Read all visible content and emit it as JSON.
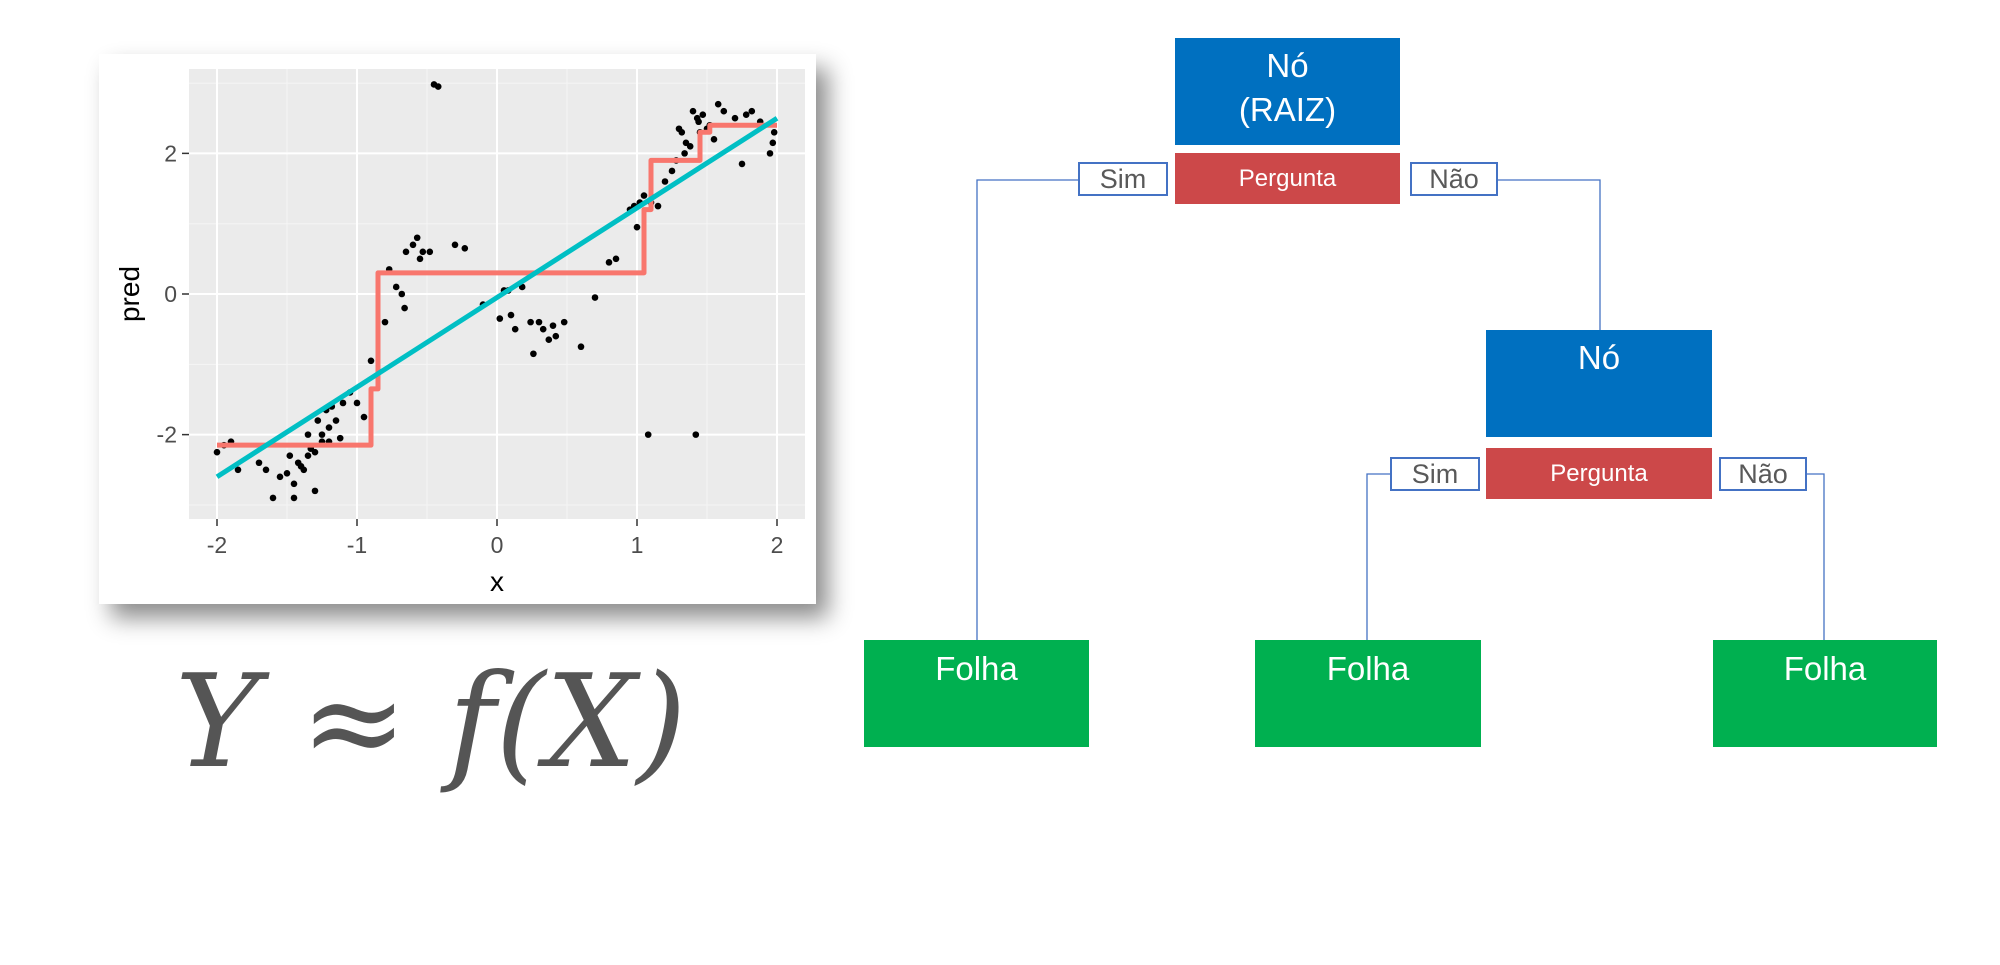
{
  "chart_data": {
    "type": "scatter",
    "xlabel": "x",
    "ylabel": "pred",
    "xlim": [
      -2.2,
      2.2
    ],
    "ylim": [
      -3.2,
      3.2
    ],
    "x_ticks": [
      -2,
      -1,
      0,
      1,
      2
    ],
    "y_ticks": [
      -2,
      0,
      2
    ],
    "x_tick_labels": [
      "-2",
      "-1",
      "0",
      "1",
      "2"
    ],
    "y_tick_labels": [
      "-2",
      "0",
      "2"
    ],
    "grid": true,
    "background": "#ebebeb",
    "points": [
      [
        -2.0,
        -2.25
      ],
      [
        -1.95,
        -2.15
      ],
      [
        -1.9,
        -2.1
      ],
      [
        -1.85,
        -2.5
      ],
      [
        -1.7,
        -2.4
      ],
      [
        -1.65,
        -2.5
      ],
      [
        -1.6,
        -2.9
      ],
      [
        -1.55,
        -2.6
      ],
      [
        -1.5,
        -2.55
      ],
      [
        -1.48,
        -2.3
      ],
      [
        -1.45,
        -2.7
      ],
      [
        -1.45,
        -2.9
      ],
      [
        -1.42,
        -2.4
      ],
      [
        -1.4,
        -2.45
      ],
      [
        -1.38,
        -2.5
      ],
      [
        -1.35,
        -2.3
      ],
      [
        -1.35,
        -2.0
      ],
      [
        -1.33,
        -2.2
      ],
      [
        -1.3,
        -2.8
      ],
      [
        -1.3,
        -2.25
      ],
      [
        -1.28,
        -1.8
      ],
      [
        -1.25,
        -2.1
      ],
      [
        -1.25,
        -2.0
      ],
      [
        -1.22,
        -1.65
      ],
      [
        -1.2,
        -2.1
      ],
      [
        -1.2,
        -1.9
      ],
      [
        -1.18,
        -1.6
      ],
      [
        -1.15,
        -1.8
      ],
      [
        -1.12,
        -2.05
      ],
      [
        -1.1,
        -1.55
      ],
      [
        -1.05,
        -1.4
      ],
      [
        -1.0,
        -1.55
      ],
      [
        -0.95,
        -1.75
      ],
      [
        -0.9,
        -0.95
      ],
      [
        -0.8,
        -0.4
      ],
      [
        -0.77,
        0.35
      ],
      [
        -0.72,
        0.1
      ],
      [
        -0.68,
        0.0
      ],
      [
        -0.66,
        -0.2
      ],
      [
        -0.65,
        0.6
      ],
      [
        -0.6,
        0.7
      ],
      [
        -0.57,
        0.8
      ],
      [
        -0.55,
        0.5
      ],
      [
        -0.53,
        0.6
      ],
      [
        -0.48,
        0.6
      ],
      [
        -0.45,
        2.98
      ],
      [
        -0.42,
        2.95
      ],
      [
        -0.3,
        0.7
      ],
      [
        -0.23,
        0.65
      ],
      [
        -0.1,
        -0.15
      ],
      [
        0.02,
        -0.35
      ],
      [
        0.05,
        0.05
      ],
      [
        0.08,
        0.05
      ],
      [
        0.1,
        -0.3
      ],
      [
        0.13,
        -0.5
      ],
      [
        0.18,
        0.1
      ],
      [
        0.24,
        -0.4
      ],
      [
        0.26,
        -0.85
      ],
      [
        0.3,
        -0.4
      ],
      [
        0.33,
        -0.5
      ],
      [
        0.37,
        -0.65
      ],
      [
        0.4,
        -0.45
      ],
      [
        0.42,
        -0.6
      ],
      [
        0.48,
        -0.4
      ],
      [
        0.6,
        -0.75
      ],
      [
        0.7,
        -0.05
      ],
      [
        0.8,
        0.45
      ],
      [
        0.85,
        0.5
      ],
      [
        0.95,
        1.2
      ],
      [
        0.98,
        1.25
      ],
      [
        1.0,
        0.95
      ],
      [
        1.02,
        1.3
      ],
      [
        1.05,
        1.4
      ],
      [
        1.08,
        -2.0
      ],
      [
        1.1,
        1.3
      ],
      [
        1.15,
        1.25
      ],
      [
        1.2,
        1.6
      ],
      [
        1.25,
        1.75
      ],
      [
        1.28,
        1.9
      ],
      [
        1.3,
        2.35
      ],
      [
        1.32,
        2.3
      ],
      [
        1.34,
        2.0
      ],
      [
        1.35,
        2.15
      ],
      [
        1.38,
        2.1
      ],
      [
        1.4,
        2.6
      ],
      [
        1.42,
        -2.0
      ],
      [
        1.43,
        2.5
      ],
      [
        1.44,
        2.45
      ],
      [
        1.45,
        2.3
      ],
      [
        1.47,
        2.55
      ],
      [
        1.5,
        2.35
      ],
      [
        1.52,
        2.4
      ],
      [
        1.55,
        2.2
      ],
      [
        1.58,
        2.7
      ],
      [
        1.62,
        2.6
      ],
      [
        1.7,
        2.5
      ],
      [
        1.75,
        1.85
      ],
      [
        1.78,
        2.55
      ],
      [
        1.82,
        2.6
      ],
      [
        1.88,
        2.45
      ],
      [
        1.95,
        2.0
      ],
      [
        1.97,
        2.15
      ],
      [
        1.98,
        2.3
      ]
    ],
    "series": [
      {
        "type": "line",
        "color": "#f8766d",
        "x": [
          -2.0,
          -0.9,
          -0.9,
          -0.85,
          -0.85,
          1.05,
          1.05,
          1.1,
          1.1,
          1.45,
          1.45,
          1.52,
          1.52,
          2.0
        ],
        "y": [
          -2.15,
          -2.15,
          -1.35,
          -1.35,
          0.3,
          0.3,
          1.2,
          1.2,
          1.9,
          1.9,
          2.3,
          2.3,
          2.4,
          2.4
        ]
      },
      {
        "type": "line",
        "color": "#00bfc4",
        "x": [
          -2.0,
          2.0
        ],
        "y": [
          -2.6,
          2.5
        ]
      }
    ]
  },
  "formula": "Y ≈ f(X)",
  "tree": {
    "root": {
      "title_line1": "Nó",
      "title_line2": "(RAIZ)",
      "question": "Pergunta",
      "yes": "Sim",
      "no": "Não"
    },
    "child": {
      "title": "Nó",
      "question": "Pergunta",
      "yes": "Sim",
      "no": "Não"
    },
    "leaves": [
      "Folha",
      "Folha",
      "Folha"
    ]
  }
}
